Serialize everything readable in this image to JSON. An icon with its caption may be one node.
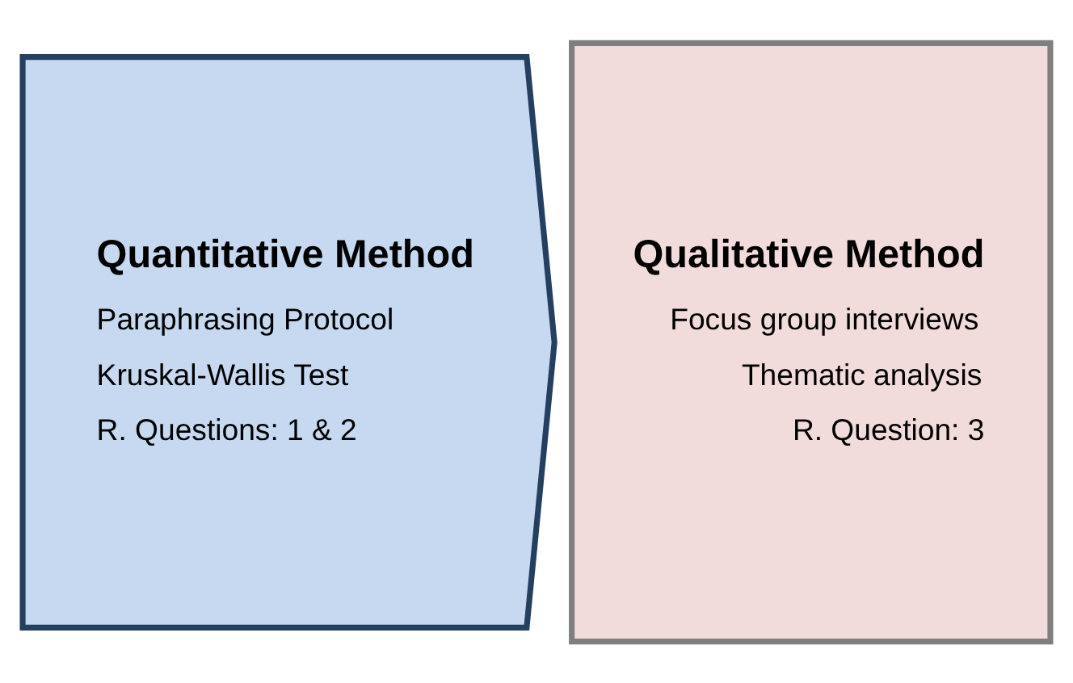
{
  "diagram": {
    "nodes": [
      {
        "text": [
          "Quantitative Method",
          "Paraphrasing Protocol",
          "Kruskal-Wallis Test",
          "R. Questions: 1 & 2"
        ]
      },
      {
        "text": [
          "Qualitative Method",
          "Focus group interviews",
          "Thematic analysis",
          "R. Question: 3"
        ]
      }
    ]
  }
}
